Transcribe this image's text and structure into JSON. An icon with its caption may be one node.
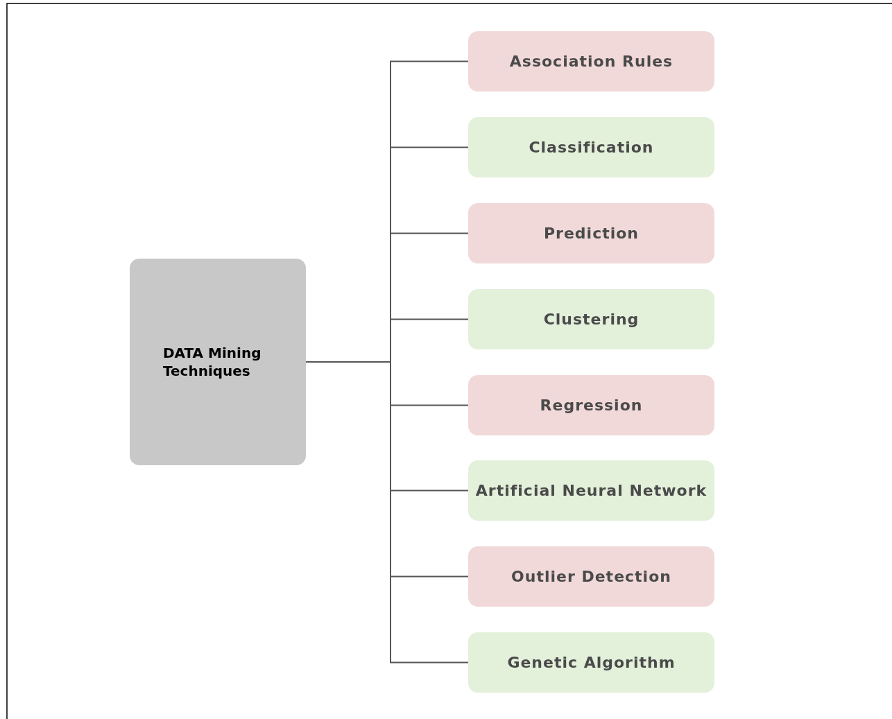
{
  "diagram": {
    "nodes": [
      {
        "text": [
          "DATA Mining Techniques"
        ]
      },
      {
        "text": [
          "Association Rules"
        ]
      },
      {
        "text": [
          "Classification"
        ]
      },
      {
        "text": [
          "Prediction"
        ]
      },
      {
        "text": [
          "Clustering"
        ]
      },
      {
        "text": [
          "Regression"
        ]
      },
      {
        "text": [
          "Artificial Neural Network"
        ]
      },
      {
        "text": [
          "Outlier Detection"
        ]
      },
      {
        "text": [
          "Genetic Algorithm"
        ]
      }
    ],
    "edges": [
      {
        "from": 0,
        "to": 1,
        "arrow": "none"
      },
      {
        "from": 0,
        "to": 2,
        "arrow": "none"
      },
      {
        "from": 0,
        "to": 3,
        "arrow": "none"
      },
      {
        "from": 0,
        "to": 4,
        "arrow": "none"
      },
      {
        "from": 0,
        "to": 5,
        "arrow": "none"
      },
      {
        "from": 0,
        "to": 6,
        "arrow": "none"
      },
      {
        "from": 0,
        "to": 7,
        "arrow": "none"
      },
      {
        "from": 0,
        "to": 8,
        "arrow": "none"
      }
    ]
  }
}
